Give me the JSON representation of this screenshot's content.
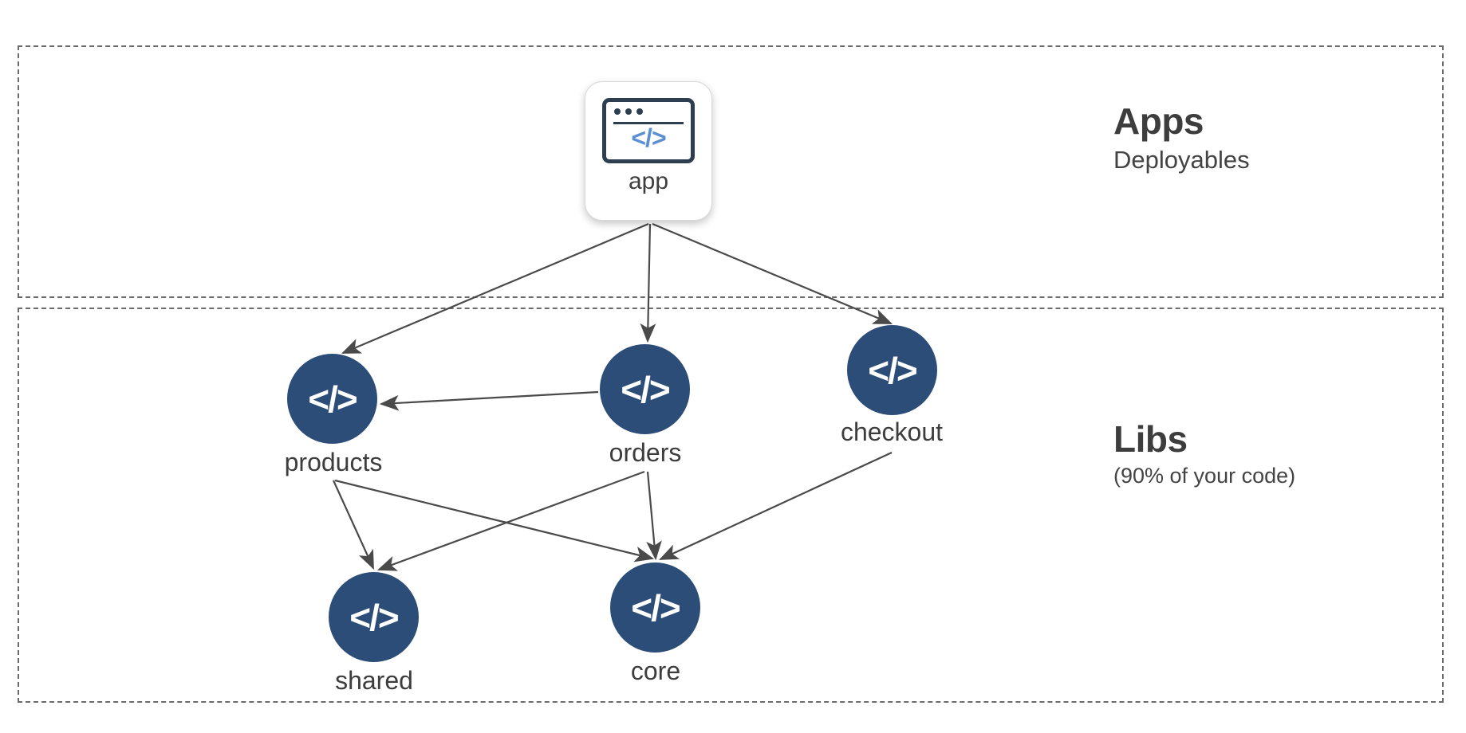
{
  "diagram": {
    "zones": [
      {
        "id": "apps",
        "title": "Apps",
        "subtitle": "Deployables"
      },
      {
        "id": "libs",
        "title": "Libs",
        "subtitle": "(90% of your code)"
      }
    ],
    "nodes": [
      {
        "id": "app",
        "label": "app",
        "shape": "rounded-card",
        "icon": "browser-code-icon",
        "icon_glyph": "</>",
        "zone": "apps"
      },
      {
        "id": "products",
        "label": "products",
        "shape": "circle",
        "icon": "code-icon",
        "icon_glyph": "</>",
        "zone": "libs"
      },
      {
        "id": "orders",
        "label": "orders",
        "shape": "circle",
        "icon": "code-icon",
        "icon_glyph": "</>",
        "zone": "libs"
      },
      {
        "id": "checkout",
        "label": "checkout",
        "shape": "circle",
        "icon": "code-icon",
        "icon_glyph": "</>",
        "zone": "libs"
      },
      {
        "id": "shared",
        "label": "shared",
        "shape": "circle",
        "icon": "code-icon",
        "icon_glyph": "</>",
        "zone": "libs"
      },
      {
        "id": "core",
        "label": "core",
        "shape": "circle",
        "icon": "code-icon",
        "icon_glyph": "</>",
        "zone": "libs"
      }
    ],
    "edges": [
      {
        "from": "app",
        "to": "products"
      },
      {
        "from": "app",
        "to": "orders"
      },
      {
        "from": "app",
        "to": "checkout"
      },
      {
        "from": "orders",
        "to": "products"
      },
      {
        "from": "products",
        "to": "shared"
      },
      {
        "from": "products",
        "to": "core"
      },
      {
        "from": "orders",
        "to": "shared"
      },
      {
        "from": "orders",
        "to": "core"
      },
      {
        "from": "checkout",
        "to": "core"
      }
    ],
    "colors": {
      "node_fill": "#2c4d78",
      "node_glyph": "#ffffff",
      "app_icon_border": "#2c3e50",
      "app_icon_code": "#5b8fd4",
      "edge": "#4a4a4a",
      "zone_border": "#6b6b6b",
      "text": "#3d3d3d",
      "background": "#ffffff"
    }
  }
}
